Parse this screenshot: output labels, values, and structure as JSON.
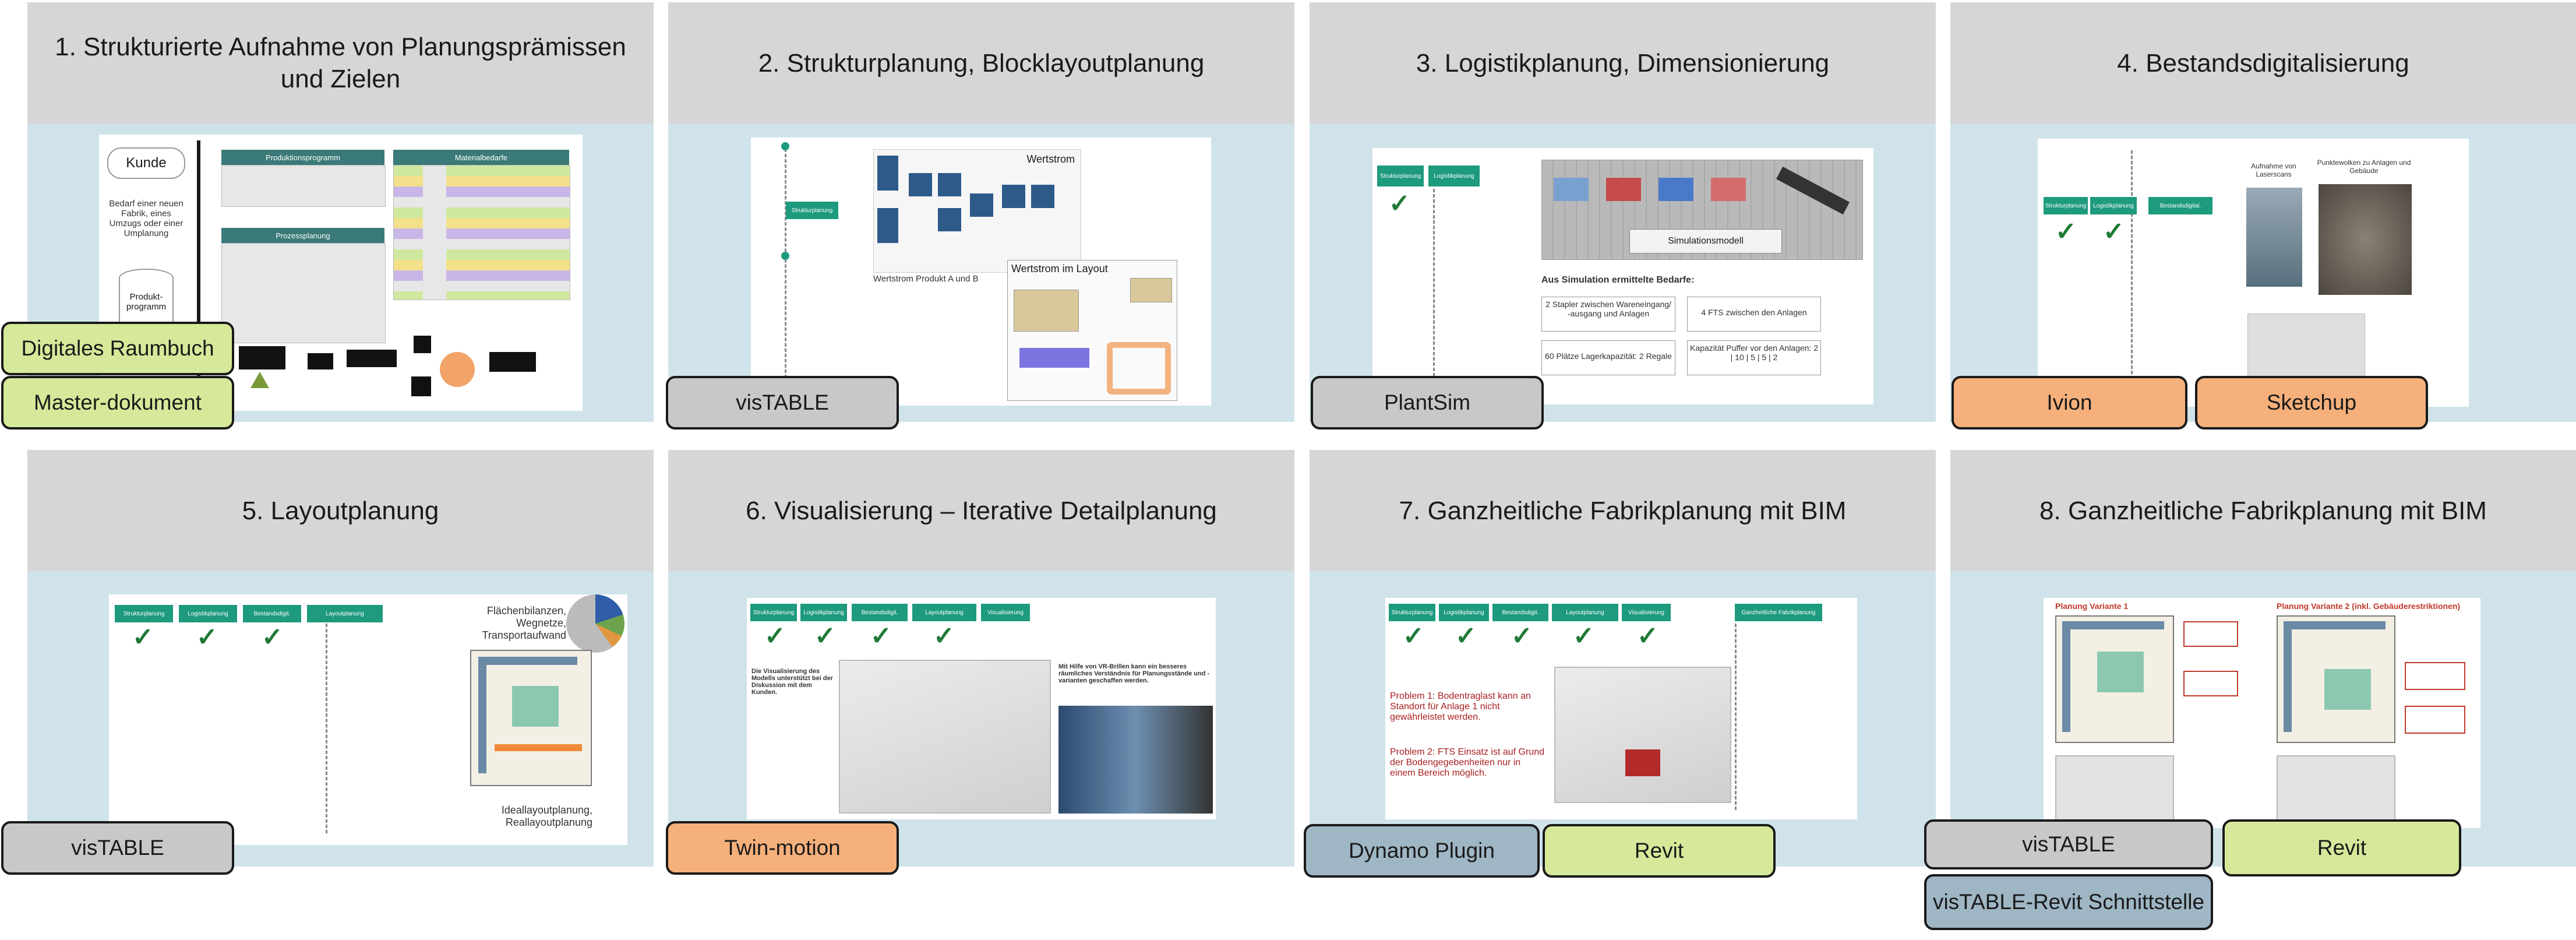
{
  "panels": [
    {
      "title": "1. Strukturierte Aufnahme von Planungsprämissen und Zielen",
      "slide": {
        "kunde": "Kunde",
        "bedarf": "Bedarf einer neuen Fabrik, eines Umzugs oder einer Umplanung",
        "produktprogramm": "Produkt-programm",
        "table1_header": "Produktionsprogramm",
        "table2_header": "Prozessplanung",
        "table3_header": "Materialbedarfe"
      },
      "tags": [
        "Digitales Raumbuch",
        "Master-dokument"
      ]
    },
    {
      "title": "2. Strukturplanung, Blocklayoutplanung",
      "slide": {
        "wertstrom": "Wertstrom",
        "wertstrom_caption": "Wertstrom Produkt A und B",
        "wertstrom_layout": "Wertstrom im Layout"
      },
      "tags": [
        "visTABLE"
      ]
    },
    {
      "title": "3. Logistikplanung, Dimensionierung",
      "slide": {
        "simulationsmodell": "Simulationsmodell",
        "bedarfe_title": "Aus Simulation ermittelte Bedarfe:",
        "box1": "2 Stapler zwischen Wareneingang/ -ausgang und Anlagen",
        "box2": "4 FTS zwischen den Anlagen",
        "box3": "60 Plätze Lagerkapazität: 2 Regale",
        "box4": "Kapazität Puffer vor den Anlagen: 2 | 10 | 5 | 5 | 2"
      },
      "tags": [
        "PlantSim"
      ]
    },
    {
      "title": "4. Bestandsdigitalisierung",
      "slide": {
        "laserscans": "Aufnahme von Laserscans",
        "punktwolken": "Punktewolken zu Anlagen und Gebäude"
      },
      "tags": [
        "Ivion",
        "Sketchup"
      ]
    },
    {
      "title": "5. Layoutplanung",
      "slide": {
        "flaechen": "Flächenbilanzen, Wegnetze, Transportaufwand",
        "ideal": "Ideallayoutplanung, Reallayoutplanung"
      },
      "tags": [
        "visTABLE"
      ]
    },
    {
      "title": "6. Visualisierung – Iterative Detailplanung",
      "slide": {
        "left_text": "Die Visualisierung des Modells unterstützt bei der Diskussion mit dem Kunden.",
        "right_text": "Mit Hilfe von VR-Brillen kann ein besseres räumliches Verständnis für Planungsstände und -varianten geschaffen werden."
      },
      "tags": [
        "Twin-motion"
      ]
    },
    {
      "title": "7. Ganzheitliche Fabrikplanung mit BIM",
      "slide": {
        "problem1": "Problem 1: Bodentraglast kann an Standort für Anlage 1 nicht gewährleistet werden.",
        "problem2": "Problem 2: FTS Einsatz ist auf Grund der Bodengegebenheiten nur in einem Bereich möglich."
      },
      "tags": [
        "Dynamo Plugin",
        "Revit"
      ]
    },
    {
      "title": "8. Ganzheitliche Fabrikplanung mit BIM",
      "slide": {
        "variante1": "Planung Variante 1",
        "variante2": "Planung Variante 2 (inkl. Gebäuderestriktionen)"
      },
      "tags": [
        "visTABLE",
        "Revit",
        "visTABLE-Revit Schnittstelle"
      ]
    }
  ],
  "colors": {
    "header_bg": "#d6d6d6",
    "body_bg": "#d0e3ea",
    "tag_green": "#d6e99a",
    "tag_grey": "#c8c8c8",
    "tag_orange": "#f5b07b",
    "tag_blue": "#9fb6c4",
    "step_green": "#1e9a7e"
  }
}
